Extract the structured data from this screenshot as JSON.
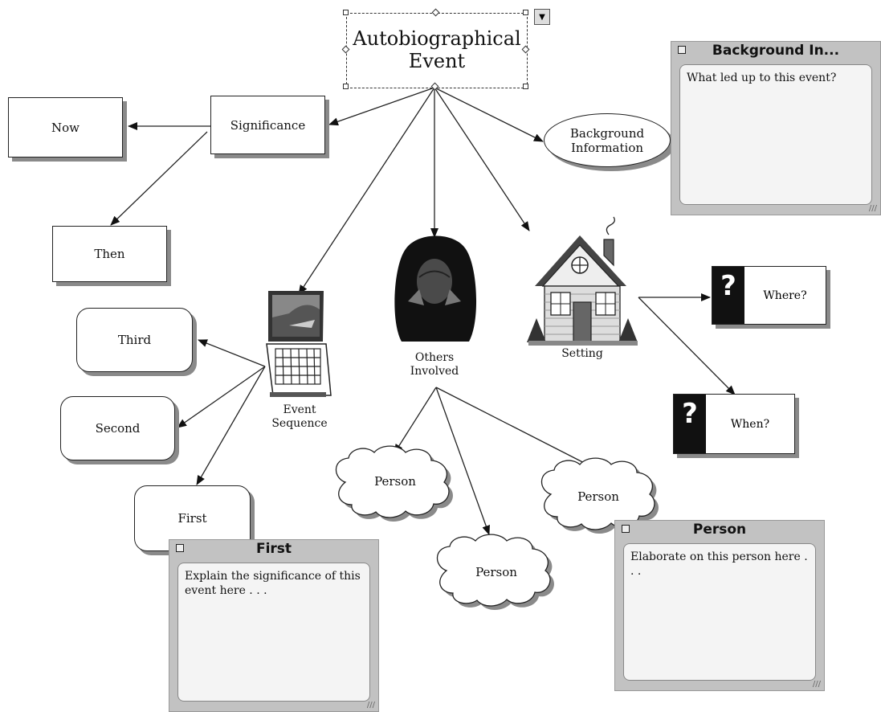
{
  "root": {
    "line1": "Autobiographical",
    "line2": "Event"
  },
  "nodes": {
    "significance": "Significance",
    "now": "Now",
    "then": "Then",
    "background": {
      "line1": "Background",
      "line2": "Information"
    },
    "event_sequence": {
      "line1": "Event",
      "line2": "Sequence"
    },
    "others_involved": {
      "line1": "Others",
      "line2": "Involved"
    },
    "setting": "Setting",
    "third": "Third",
    "second": "Second",
    "first": "First",
    "person_1": "Person",
    "person_2": "Person",
    "person_3": "Person",
    "where": "Where?",
    "when": "When?"
  },
  "notes": {
    "background": {
      "title": "Background In...",
      "body": "What led up to this event?"
    },
    "first": {
      "title": "First",
      "body": "Explain the significance of this event here . . ."
    },
    "person": {
      "title": "Person",
      "body": "Elaborate on this person here . . ."
    }
  }
}
